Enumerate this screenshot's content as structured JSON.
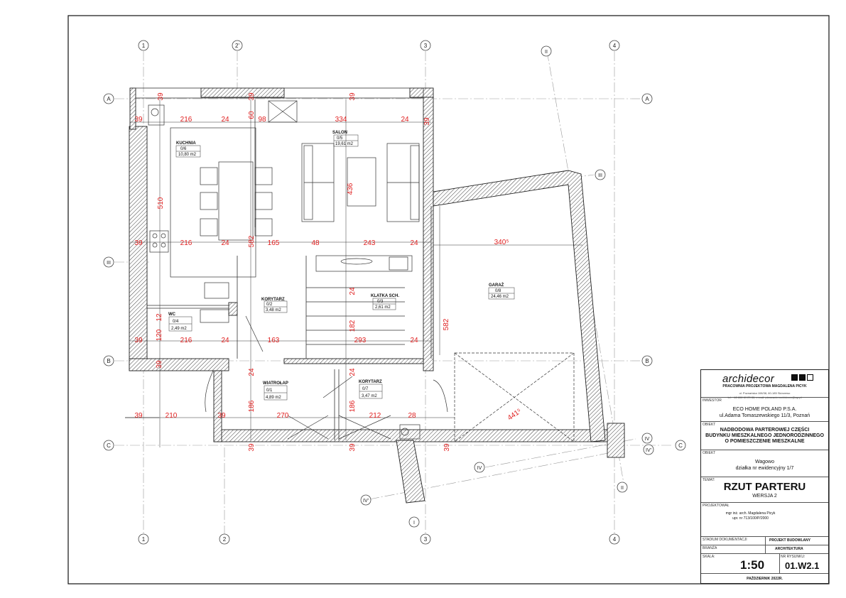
{
  "grid_labels": {
    "columns": [
      "1",
      "2'",
      "3",
      "4"
    ],
    "columns_bottom": [
      "1",
      "2",
      "3",
      "4"
    ],
    "rows": [
      "A",
      "B",
      "C"
    ],
    "row_iii": "III",
    "roman": [
      "II",
      "III",
      "IV",
      "IV'",
      "I"
    ]
  },
  "rooms": [
    {
      "name": "KUCHNIA",
      "num": "0/6",
      "area": "10,80 m2"
    },
    {
      "name": "SALON",
      "num": "0/5",
      "area": "19,61 m2"
    },
    {
      "name": "GARAŻ",
      "num": "0/8",
      "area": "24,46 m2"
    },
    {
      "name": "KORYTARZ",
      "num": "0/2",
      "area": "3,48 m2"
    },
    {
      "name": "KLATKA SCH.",
      "num": "0/3",
      "area": "2,61 m2"
    },
    {
      "name": "WC",
      "num": "0/4",
      "area": "2,49 m2"
    },
    {
      "name": "WIATROŁAP",
      "num": "0/1",
      "area": "4,89 m2"
    },
    {
      "name": "KORYTARZ",
      "num": "0/7",
      "area": "3,47 m2"
    }
  ],
  "dimensions": [
    "39",
    "39",
    "39",
    "216",
    "24",
    "60",
    "98",
    "334",
    "24",
    "39",
    "510",
    "436",
    "39",
    "216",
    "24",
    "582",
    "165",
    "48",
    "243",
    "340⁵",
    "24",
    "24",
    "182",
    "582",
    "39",
    "120",
    "12",
    "216",
    "24",
    "163",
    "293",
    "24",
    "39",
    "24",
    "24",
    "39",
    "210",
    "39",
    "186",
    "270",
    "186",
    "212",
    "28",
    "441⁵",
    "39",
    "39",
    "39"
  ],
  "title_block": {
    "company": "archidecor",
    "company_sub": "PRACOWNIA PROJEKTOWA MAGDALENA PICYK",
    "address1": "ul. Poznańska 108/38, 60-185 Skórzewo",
    "address2": "tel. +48 608 69 23 86, e-mail: picowanie.archidecor@wp.pl",
    "investor_label": "INWESTOR",
    "investor_name": "ECO HOME POLAND P.S.A.",
    "investor_addr": "ul.Adama Tomaszewskiego 11/3, Poznań",
    "object_label": "OBIEKT",
    "object_l1": "NADBODOWA PARTEROWEJ CZĘŚCI",
    "object_l2": "BUDYNKU MIESZKALNEGO JEDNORODZINNEGO",
    "object_l3": "O POMIESZCZENIE MIESZKALNE",
    "site_label": "OBIEKT",
    "site_l1": "Wagowo",
    "site_l2": "działka nr ewidencyjny 1/7",
    "topic_label": "TEMAT:",
    "topic": "RZUT PARTERU",
    "version": "WERSJA 2",
    "designer_label": "PROJEKTOWAŁ",
    "designer_l1": "mgr inż. arch. Magdalena Picyk",
    "designer_l2": "upr. nr 713/100/P/2000",
    "stage_label": "STADIUM DOKUMENTACJI",
    "stage": "PROJEKT BUDOWLANY",
    "branch_label": "BRANŻA",
    "branch": "ARCHITEKTURA",
    "scale_label": "SKALA:",
    "scale": "1:50",
    "drawing_label": "NR RYSUNKU:",
    "drawing": "01.W2.1",
    "date": "PAŹDZIERNIK 2022R."
  }
}
